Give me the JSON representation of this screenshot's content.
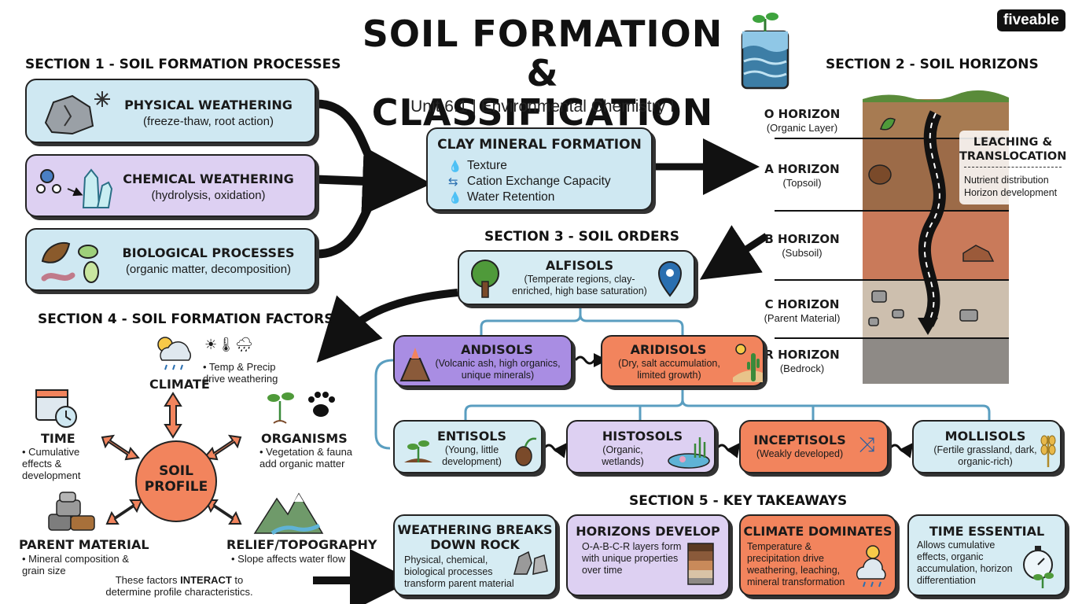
{
  "header": {
    "title_line1": "SOIL FORMATION &",
    "title_line2": "CLASSIFICATION",
    "subtitle": "Unit 6.1 | Environmental Chemistry I",
    "brand": "fiveable"
  },
  "section1": {
    "heading": "SECTION 1 - SOIL FORMATION PROCESSES",
    "items": [
      {
        "title": "PHYSICAL WEATHERING",
        "desc": "(freeze-thaw, root action)"
      },
      {
        "title": "CHEMICAL WEATHERING",
        "desc": "(hydrolysis, oxidation)"
      },
      {
        "title": "BIOLOGICAL PROCESSES",
        "desc": "(organic matter, decomposition)"
      }
    ]
  },
  "clay": {
    "title": "CLAY MINERAL FORMATION",
    "items": [
      "Texture",
      "Cation Exchange Capacity",
      "Water Retention"
    ]
  },
  "section2": {
    "heading": "SECTION 2 - SOIL HORIZONS",
    "horizons": [
      {
        "name": "O HORIZON",
        "desc": "(Organic Layer)"
      },
      {
        "name": "A HORIZON",
        "desc": "(Topsoil)"
      },
      {
        "name": "B HORIZON",
        "desc": "(Subsoil)"
      },
      {
        "name": "C HORIZON",
        "desc": "(Parent Material)"
      },
      {
        "name": "R HORIZON",
        "desc": "(Bedrock)"
      }
    ],
    "leaching_title_1": "LEACHING &",
    "leaching_title_2": "TRANSLOCATION",
    "leaching_desc_1": "Nutrient distribution",
    "leaching_desc_2": "Horizon development"
  },
  "section3": {
    "heading": "SECTION 3 - SOIL ORDERS",
    "alfisols": {
      "title": "ALFISOLS",
      "desc": "(Temperate regions, clay-enriched, high base saturation)"
    },
    "andisols": {
      "title": "ANDISOLS",
      "desc": "(Volcanic ash, high organics, unique minerals)"
    },
    "aridisols": {
      "title": "ARIDISOLS",
      "desc": "(Dry, salt accumulation, limited growth)"
    },
    "entisols": {
      "title": "ENTISOLS",
      "desc": "(Young, little development)"
    },
    "histosols": {
      "title": "HISTOSOLS",
      "desc": "(Organic, wetlands)"
    },
    "inceptisols": {
      "title": "INCEPTISOLS",
      "desc": "(Weakly developed)"
    },
    "mollisols": {
      "title": "MOLLISOLS",
      "desc": "(Fertile grassland, dark, organic-rich)"
    }
  },
  "section4": {
    "heading": "SECTION 4 - SOIL FORMATION FACTORS",
    "center_1": "SOIL",
    "center_2": "PROFILE",
    "climate": {
      "name": "CLIMATE",
      "desc": "• Temp & Precip drive weathering"
    },
    "organisms": {
      "name": "ORGANISMS",
      "desc": "• Vegetation & fauna add organic matter"
    },
    "time": {
      "name": "TIME",
      "desc": "• Cumulative effects & development"
    },
    "parent": {
      "name": "PARENT MATERIAL",
      "desc": "• Mineral composition & grain size"
    },
    "relief": {
      "name": "RELIEF/TOPOGRAPHY",
      "desc": "• Slope affects water flow"
    },
    "note_pre": "These factors ",
    "note_bold": "INTERACT",
    "note_post": " to determine profile characteristics."
  },
  "section5": {
    "heading": "SECTION 5 - KEY TAKEAWAYS",
    "cards": [
      {
        "title": "WEATHERING BREAKS DOWN ROCK",
        "desc": "Physical, chemical, biological processes transform parent material"
      },
      {
        "title": "HORIZONS DEVELOP",
        "desc": "O-A-B-C-R layers form with unique properties over time"
      },
      {
        "title": "CLIMATE DOMINATES",
        "desc": "Temperature & precipitation drive weathering, leaching, mineral transformation"
      },
      {
        "title": "TIME ESSENTIAL",
        "desc": "Allows cumulative effects, organic accumulation, horizon differentiation"
      }
    ]
  },
  "colors": {
    "blue": "#cfe8f2",
    "purple": "#ddd0f2",
    "orange": "#f2845d",
    "ink": "#111111"
  }
}
